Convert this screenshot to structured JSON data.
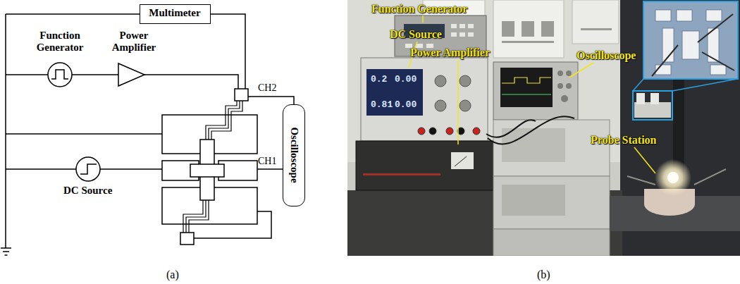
{
  "diagram": {
    "nodes": [
      {
        "text": [
          "Multimeter"
        ]
      },
      {
        "text": [
          "Oscilloscope"
        ]
      }
    ],
    "labels": [
      "Function Generator",
      "Power Amplifier",
      "CH2",
      "CH1",
      "DC Source",
      "Function Generator",
      "DC Source",
      "Power Amplifier",
      "Oscilloscope",
      "Probe Station",
      "0.2",
      "0.00",
      "0.81",
      "0.00",
      "(a)",
      "(b)"
    ]
  }
}
